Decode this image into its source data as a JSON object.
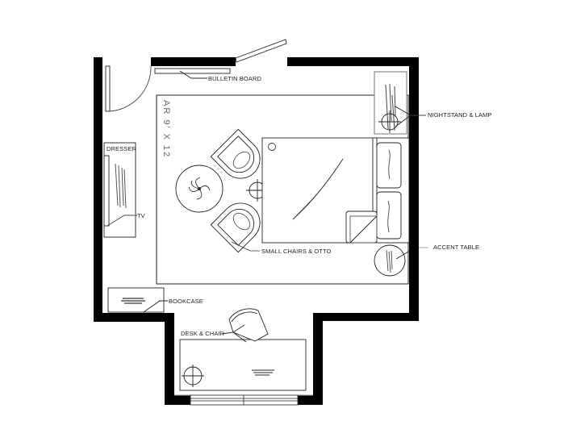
{
  "drawing": {
    "type": "floor-plan",
    "room": "bedroom",
    "rug_label": "AR 9' X 12"
  },
  "labels": {
    "bulletin_board": "BULLETIN BOARD",
    "nightstand_lamp": "NIGHTSTAND & LAMP",
    "dresser": "DRESSER",
    "tv": "TV",
    "small_chairs_otto": "SMALL CHAIRS & OTTO",
    "accent_table": "ACCENT TABLE",
    "bookcase": "BOOKCASE",
    "desk_chair": "DESK & CHAIR"
  },
  "colors": {
    "wall": "#000000",
    "line": "#222222",
    "furniture_gray": "#888888",
    "background": "#ffffff"
  }
}
